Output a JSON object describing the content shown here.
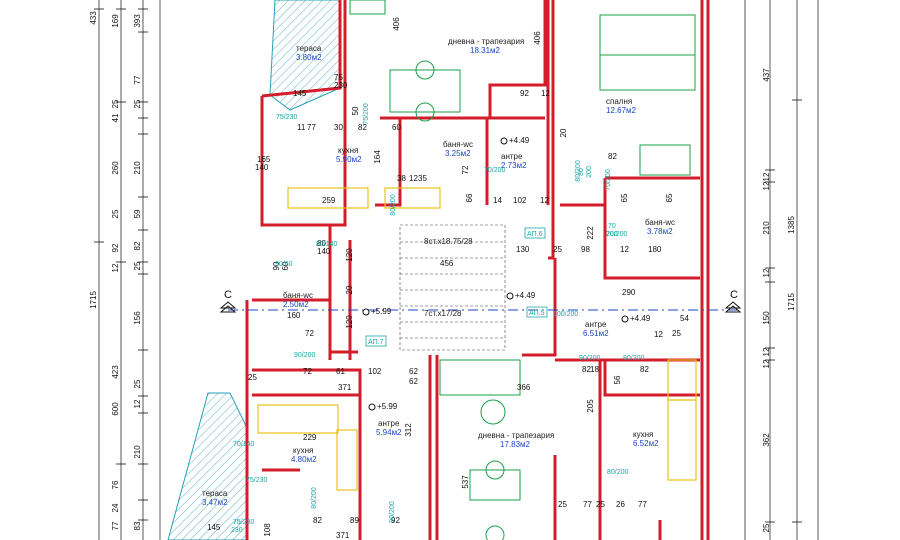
{
  "plan": {
    "section_marker": "C",
    "colors": {
      "wall": "#d21e2a",
      "dimension": "#111111",
      "area_text": "#1a46c8",
      "door_tag": "#19a8a8",
      "fixture": "#e8c21a",
      "hatch": "#2aa0b8"
    },
    "rooms": [
      {
        "name": "тераса",
        "area": "3.80м2"
      },
      {
        "name": "дневна - трапезария",
        "area": "18.31м2"
      },
      {
        "name": "спалня",
        "area": "12.67м2"
      },
      {
        "name": "кухня",
        "area": "5.90м2"
      },
      {
        "name": "баня-wc",
        "area": "3.25м2"
      },
      {
        "name": "антре",
        "area": "2.73м2"
      },
      {
        "name": "баня-wc",
        "area": "3.78м2"
      },
      {
        "name": "баня-wc",
        "area": "2.50м2"
      },
      {
        "name": "антре",
        "area": "6.51м2"
      },
      {
        "name": "антре",
        "area": "5.94м2"
      },
      {
        "name": "дневна - трапезария",
        "area": "17.83м2"
      },
      {
        "name": "кухня",
        "area": "6.52м2"
      },
      {
        "name": "кухня",
        "area": "4.80м2"
      },
      {
        "name": "тераса",
        "area": "3.47м2"
      }
    ],
    "apartment_tags": [
      "АП.6",
      "АП.5",
      "АП.7"
    ],
    "stairs": [
      "8ст.x18.75/28",
      "7ст.x17/28"
    ],
    "levels": [
      "+4.49",
      "+5.99",
      "+4.49",
      "+5.99",
      "+4.49"
    ],
    "left_dims_outer": [
      "433",
      "1715",
      "600"
    ],
    "left_dims_inner": [
      "169",
      "393",
      "77",
      "25",
      "41",
      "25",
      "260",
      "210",
      "59",
      "25",
      "92",
      "82",
      "25",
      "12",
      "156",
      "423",
      "25",
      "12",
      "210",
      "76",
      "24",
      "77",
      "83"
    ],
    "right_dims_outer": [
      "437",
      "1385",
      "210",
      "150",
      "362",
      "1715"
    ],
    "right_dims_inner": [
      "12",
      "12",
      "12",
      "12",
      "12",
      "25"
    ],
    "interior_dims": [
      "406",
      "406",
      "92",
      "12",
      "50",
      "145",
      "75",
      "230",
      "60",
      "164",
      "38",
      "12",
      "35",
      "259",
      "30",
      "82",
      "11",
      "77",
      "165",
      "140",
      "72",
      "66",
      "14",
      "102",
      "12",
      "20",
      "80",
      "140",
      "90",
      "60",
      "120",
      "456",
      "130",
      "25",
      "98",
      "290",
      "222",
      "12",
      "180",
      "65",
      "65",
      "82",
      "80",
      "200",
      "70",
      "200",
      "160",
      "72",
      "25",
      "61",
      "72",
      "102",
      "62",
      "371",
      "366",
      "205",
      "229",
      "312",
      "20",
      "120",
      "62",
      "537",
      "82",
      "89",
      "92",
      "25",
      "77",
      "26",
      "77",
      "25",
      "371",
      "145",
      "75",
      "230",
      "108",
      "25",
      "54",
      "12",
      "18",
      "56",
      "82",
      "82"
    ],
    "door_tags": [
      "75/230",
      "75/200",
      "70/200",
      "80/200",
      "80/200",
      "70/200",
      "80/140",
      "90/60",
      "100/200",
      "90/200",
      "70/200",
      "90/200",
      "80/200",
      "90/200",
      "80/200",
      "80/200",
      "70/140",
      "75/230",
      "75/230"
    ]
  }
}
